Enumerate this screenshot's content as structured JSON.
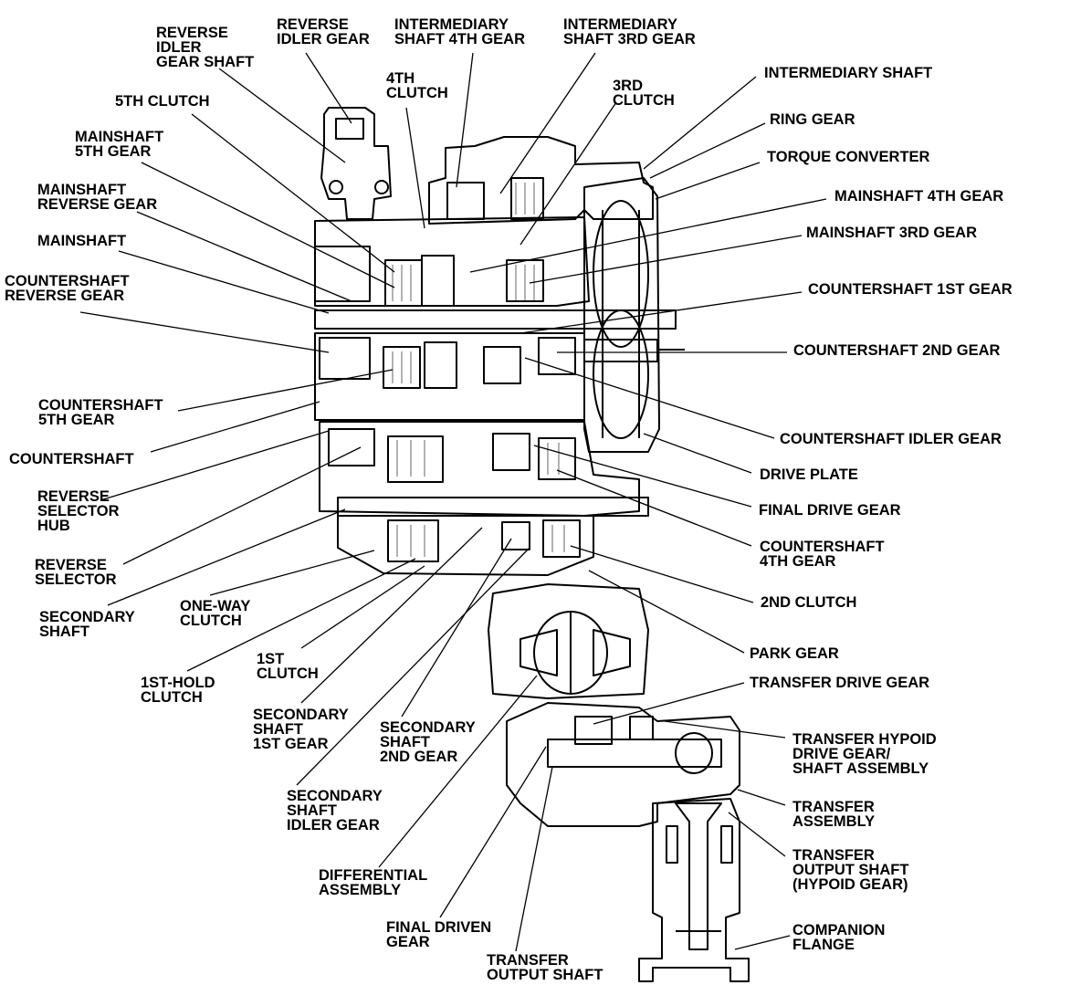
{
  "labels": {
    "reverse_idler_gear_shaft": [
      "REVERSE",
      "IDLER",
      "GEAR SHAFT"
    ],
    "reverse_idler_gear": [
      "REVERSE",
      "IDLER GEAR"
    ],
    "intermediary_shaft_4th_gear": [
      "INTERMEDIARY",
      "SHAFT 4TH GEAR"
    ],
    "intermediary_shaft_3rd_gear": [
      "INTERMEDIARY",
      "SHAFT 3RD GEAR"
    ],
    "fifth_clutch": [
      "5TH CLUTCH"
    ],
    "fourth_clutch": [
      "4TH",
      "CLUTCH"
    ],
    "third_clutch": [
      "3RD",
      "CLUTCH"
    ],
    "intermediary_shaft": [
      "INTERMEDIARY SHAFT"
    ],
    "ring_gear": [
      "RING GEAR"
    ],
    "torque_converter": [
      "TORQUE CONVERTER"
    ],
    "mainshaft_5th_gear": [
      "MAINSHAFT",
      "5TH GEAR"
    ],
    "mainshaft_reverse_gear": [
      "MAINSHAFT",
      "REVERSE GEAR"
    ],
    "mainshaft_4th_gear": [
      "MAINSHAFT 4TH GEAR"
    ],
    "mainshaft": [
      "MAINSHAFT"
    ],
    "mainshaft_3rd_gear": [
      "MAINSHAFT 3RD GEAR"
    ],
    "countershaft_reverse_gear": [
      "COUNTERSHAFT",
      "REVERSE GEAR"
    ],
    "countershaft_1st_gear": [
      "COUNTERSHAFT 1ST GEAR"
    ],
    "countershaft_2nd_gear": [
      "COUNTERSHAFT 2ND GEAR"
    ],
    "countershaft_5th_gear": [
      "COUNTERSHAFT",
      "5TH GEAR"
    ],
    "countershaft_idler_gear": [
      "COUNTERSHAFT IDLER GEAR"
    ],
    "countershaft": [
      "COUNTERSHAFT"
    ],
    "drive_plate": [
      "DRIVE PLATE"
    ],
    "reverse_selector_hub": [
      "REVERSE",
      "SELECTOR",
      "HUB"
    ],
    "final_drive_gear": [
      "FINAL DRIVE GEAR"
    ],
    "reverse_selector": [
      "REVERSE",
      "SELECTOR"
    ],
    "countershaft_4th_gear": [
      "COUNTERSHAFT",
      "4TH GEAR"
    ],
    "one_way_clutch": [
      "ONE-WAY",
      "CLUTCH"
    ],
    "secondary_shaft": [
      "SECONDARY",
      "SHAFT"
    ],
    "second_clutch": [
      "2ND CLUTCH"
    ],
    "first_clutch": [
      "1ST",
      "CLUTCH"
    ],
    "park_gear": [
      "PARK GEAR"
    ],
    "first_hold_clutch": [
      "1ST-HOLD",
      "CLUTCH"
    ],
    "transfer_drive_gear": [
      "TRANSFER DRIVE GEAR"
    ],
    "secondary_shaft_1st_gear": [
      "SECONDARY",
      "SHAFT",
      "1ST GEAR"
    ],
    "secondary_shaft_2nd_gear": [
      "SECONDARY",
      "SHAFT",
      "2ND GEAR"
    ],
    "transfer_hypoid_drive_gear": [
      "TRANSFER HYPOID",
      "DRIVE GEAR/",
      "SHAFT ASSEMBLY"
    ],
    "secondary_shaft_idler_gear": [
      "SECONDARY",
      "SHAFT",
      "IDLER GEAR"
    ],
    "transfer_assembly": [
      "TRANSFER",
      "ASSEMBLY"
    ],
    "transfer_output_shaft_hypoid": [
      "TRANSFER",
      "OUTPUT SHAFT",
      "(HYPOID GEAR)"
    ],
    "differential_assembly": [
      "DIFFERENTIAL",
      "ASSEMBLY"
    ],
    "final_driven_gear": [
      "FINAL DRIVEN",
      "GEAR"
    ],
    "companion_flange": [
      "COMPANION",
      "FLANGE"
    ],
    "transfer_output_shaft": [
      "TRANSFER",
      "OUTPUT SHAFT"
    ]
  }
}
